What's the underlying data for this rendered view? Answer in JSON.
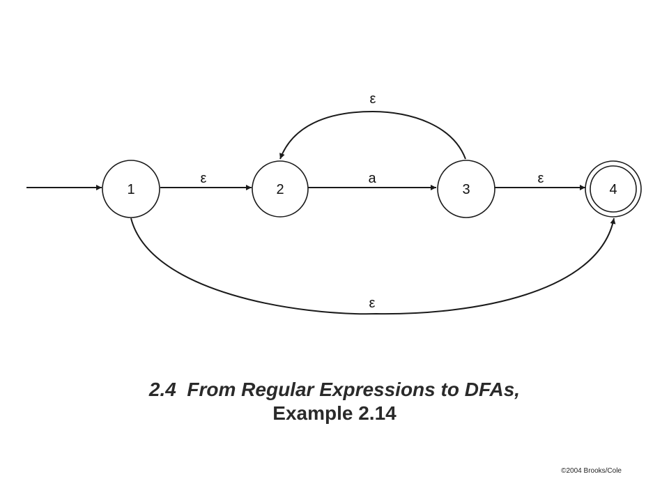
{
  "diagram": {
    "states": [
      {
        "id": "1",
        "label": "1",
        "accepting": false
      },
      {
        "id": "2",
        "label": "2",
        "accepting": false
      },
      {
        "id": "3",
        "label": "3",
        "accepting": false
      },
      {
        "id": "4",
        "label": "4",
        "accepting": true
      }
    ],
    "start_state": "1",
    "transitions": [
      {
        "from": "1",
        "to": "2",
        "label": "ε"
      },
      {
        "from": "2",
        "to": "3",
        "label": "a"
      },
      {
        "from": "3",
        "to": "4",
        "label": "ε"
      },
      {
        "from": "3",
        "to": "2",
        "label": "ε"
      },
      {
        "from": "1",
        "to": "4",
        "label": "ε"
      }
    ]
  },
  "title": {
    "line1": "2.4  From Regular Expressions to DFAs,",
    "line2": "Example 2.14"
  },
  "copyright": "©2004 Brooks/Cole"
}
